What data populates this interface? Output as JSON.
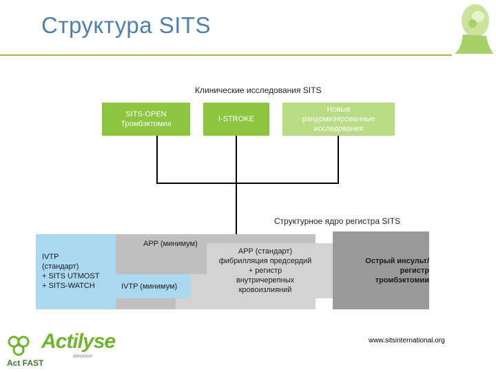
{
  "header": {
    "title": "Структура SITS"
  },
  "diagram": {
    "top_label": "Клинические исследования  SITS",
    "boxes": [
      {
        "line1": "SITS-OPEN",
        "line2": "Тромбэктомия"
      },
      {
        "line1": "I-STROKE",
        "line2": ""
      },
      {
        "line1": "Новые",
        "line2": "рандомизированные",
        "line3": "исследования"
      }
    ],
    "core_label": "Структурное ядро регистра SITS",
    "ivtp_std": {
      "line1": "IVTP",
      "line2": "(стандарт)",
      "line3": "+ SITS UTMOST",
      "line4": "+ SITS-WATCH"
    },
    "app_min": "APP (минимум)",
    "ivtp_min": "IVTP (минимум)",
    "app_std": {
      "line1": "APP (стандарт)",
      "line2": "фибрилляция предсердий",
      "line3": "+ регистр",
      "line4": "внутричерепных",
      "line5": "кровоизлияний"
    },
    "acute": {
      "line1": "Острый инсульт/",
      "line2": "регистр",
      "line3": "тромбэктомии"
    }
  },
  "footer": {
    "logo_word": "Actilyse",
    "logo_tagline": "Act FAST",
    "logo_sub": "alteplase",
    "url": "www.sitsinternational.org"
  },
  "colors": {
    "title": "#4a7fae",
    "accent_green": "#8cc63f",
    "light_green": "#b7dc84",
    "light_blue": "#a9d8f0",
    "light_gray": "#d3d3d3",
    "mid_gray": "#bfbfbf",
    "dark_gray": "#9a9a9a"
  }
}
